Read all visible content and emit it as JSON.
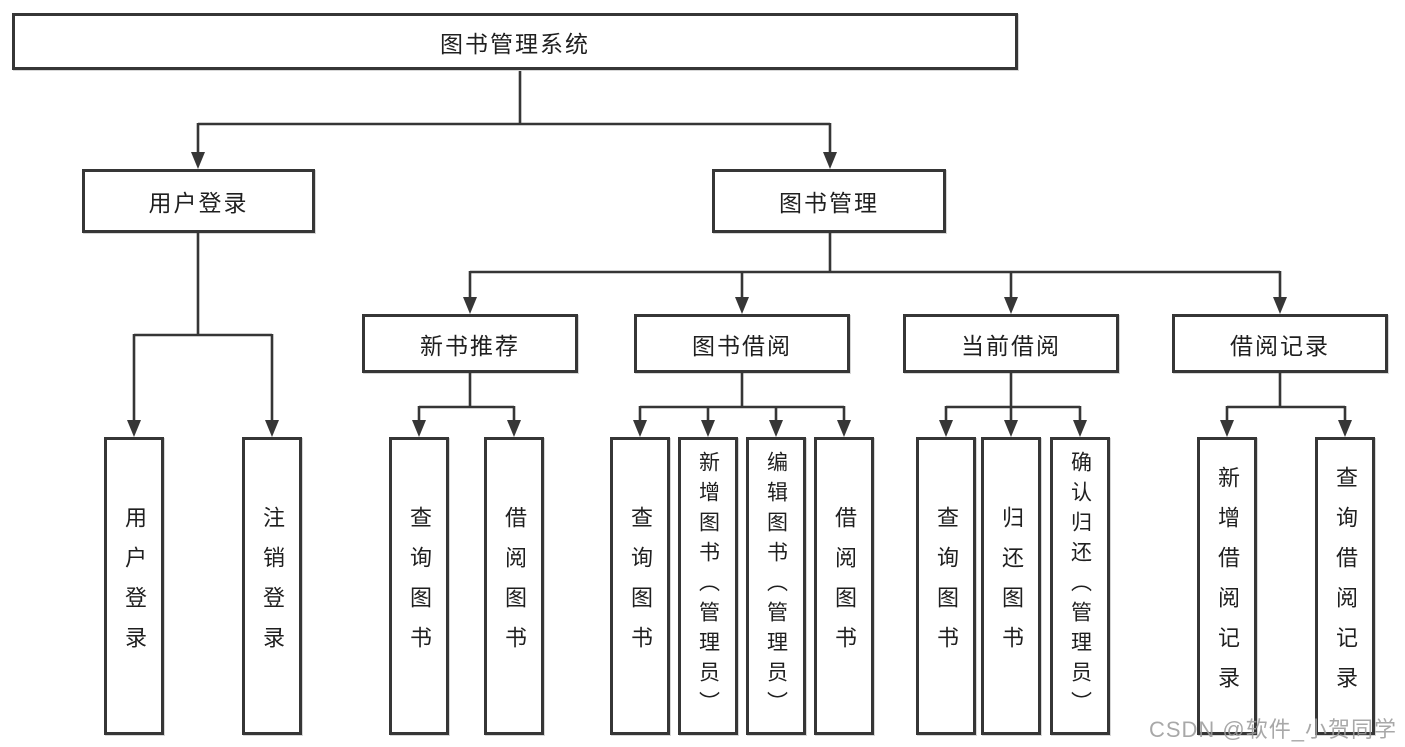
{
  "diagram": {
    "title": "图书管理系统",
    "hierarchy": {
      "label": "图书管理系统",
      "children": [
        {
          "label": "用户登录",
          "children": [
            {
              "label": "用户登录"
            },
            {
              "label": "注销登录"
            }
          ]
        },
        {
          "label": "图书管理",
          "children": [
            {
              "label": "新书推荐",
              "children": [
                {
                  "label": "查询图书"
                },
                {
                  "label": "借阅图书"
                }
              ]
            },
            {
              "label": "图书借阅",
              "children": [
                {
                  "label": "查询图书"
                },
                {
                  "label": "新增图书（管理员）"
                },
                {
                  "label": "编辑图书（管理员）"
                },
                {
                  "label": "借阅图书"
                }
              ]
            },
            {
              "label": "当前借阅",
              "children": [
                {
                  "label": "查询图书"
                },
                {
                  "label": "归还图书"
                },
                {
                  "label": "确认归还（管理员）"
                }
              ]
            },
            {
              "label": "借阅记录",
              "children": [
                {
                  "label": "新增借阅记录"
                },
                {
                  "label": "查询借阅记录"
                }
              ]
            }
          ]
        }
      ]
    }
  },
  "watermark": {
    "text": "CSDN @软件_小贺同学"
  },
  "colors": {
    "line": "#363636",
    "box_border": "#363636",
    "text": "#1f1f1f",
    "background": "#ffffff",
    "watermark": "#9d9d9d"
  }
}
